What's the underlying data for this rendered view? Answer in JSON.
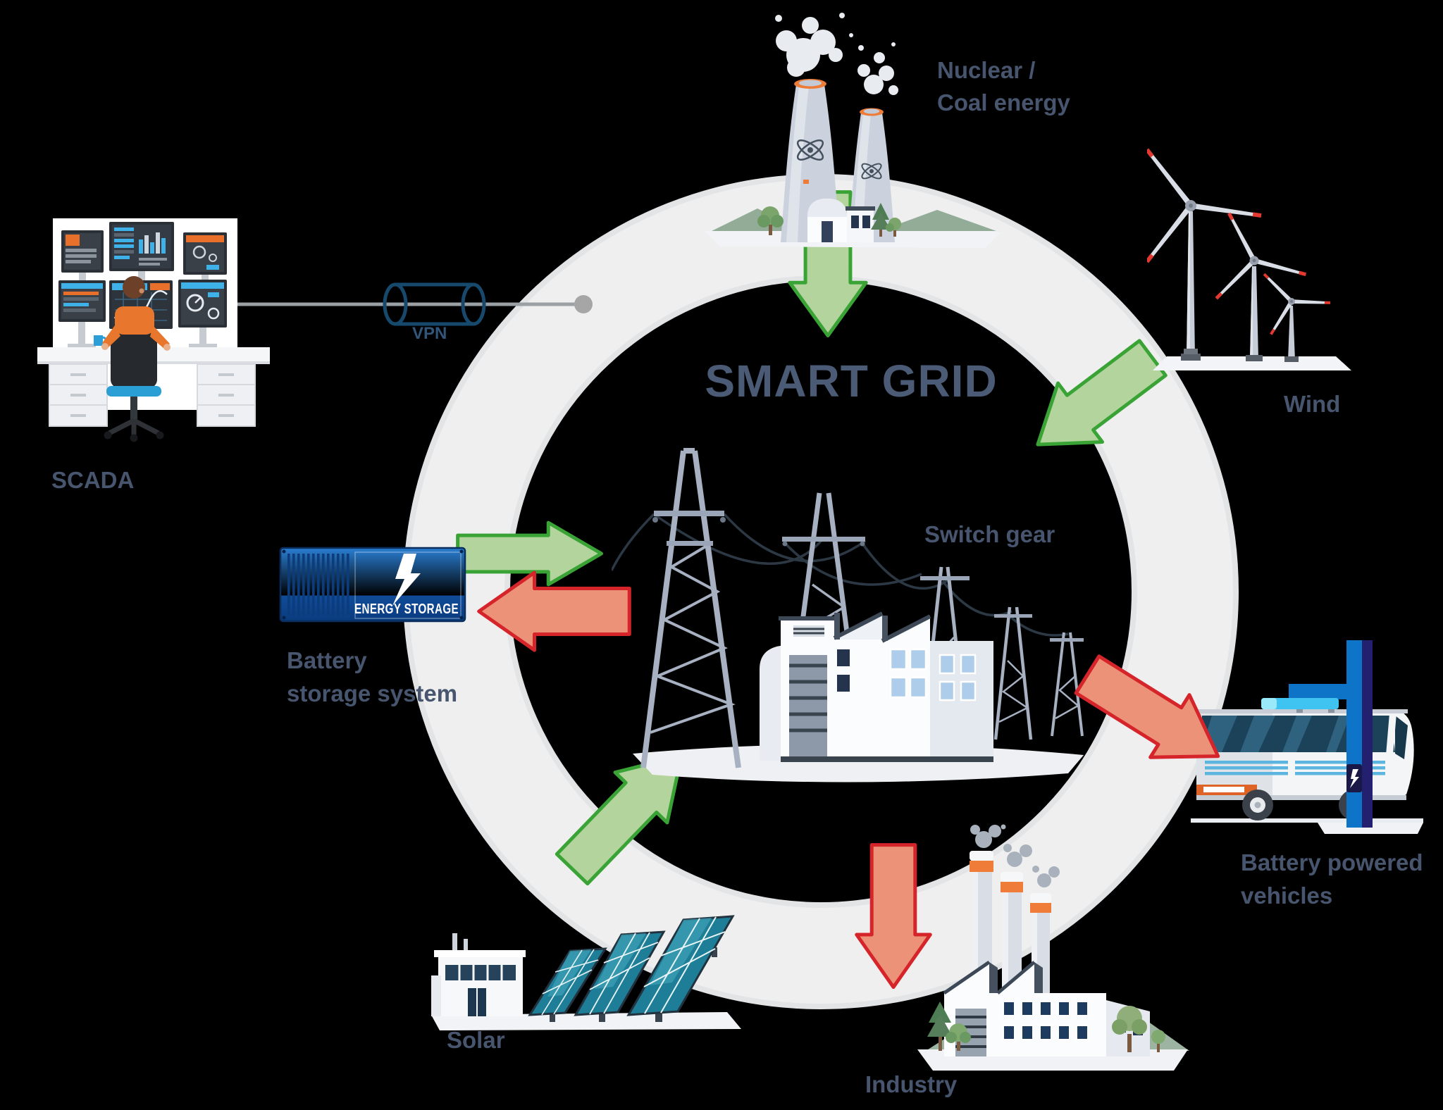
{
  "background": "#000000",
  "title": "SMART GRID",
  "colors": {
    "green_fill": "#b3d59d",
    "green_stroke": "#3aa336",
    "red_fill": "#ec9278",
    "red_stroke": "#d6242b",
    "ring": "#efeff0",
    "ring_edge": "#e3e4e6",
    "label": "#47566e",
    "navy": "#33557a",
    "title": "#4b5a75"
  },
  "nodes": {
    "nuclear": {
      "label_line1": "Nuclear /",
      "label_line2": "Coal energy"
    },
    "wind": {
      "label": "Wind"
    },
    "scada": {
      "label": "SCADA"
    },
    "vpn": {
      "label": "VPN"
    },
    "battery_storage": {
      "label_line1": "Battery",
      "label_line2": "storage system",
      "container_label": "ENERGY STORAGE"
    },
    "switch_gear": {
      "label": "Switch gear"
    },
    "battery_vehicles": {
      "label_line1": "Battery powered",
      "label_line2": "vehicles"
    },
    "industry": {
      "label": "Industry"
    },
    "solar": {
      "label": "Solar"
    }
  },
  "flows": [
    {
      "from": "Nuclear / Coal energy",
      "to": "Smart grid",
      "direction": "into-grid",
      "color": "green"
    },
    {
      "from": "Wind",
      "to": "Smart grid",
      "direction": "into-grid",
      "color": "green"
    },
    {
      "from": "Battery storage system",
      "to": "Smart grid",
      "direction": "into-grid",
      "color": "green"
    },
    {
      "from": "Smart grid",
      "to": "Battery storage system",
      "direction": "out-of-grid",
      "color": "red"
    },
    {
      "from": "Solar",
      "to": "Smart grid",
      "direction": "into-grid",
      "color": "green"
    },
    {
      "from": "Smart grid",
      "to": "Battery powered vehicles",
      "direction": "out-of-grid",
      "color": "red"
    },
    {
      "from": "Smart grid",
      "to": "Industry",
      "direction": "out-of-grid",
      "color": "red"
    }
  ]
}
